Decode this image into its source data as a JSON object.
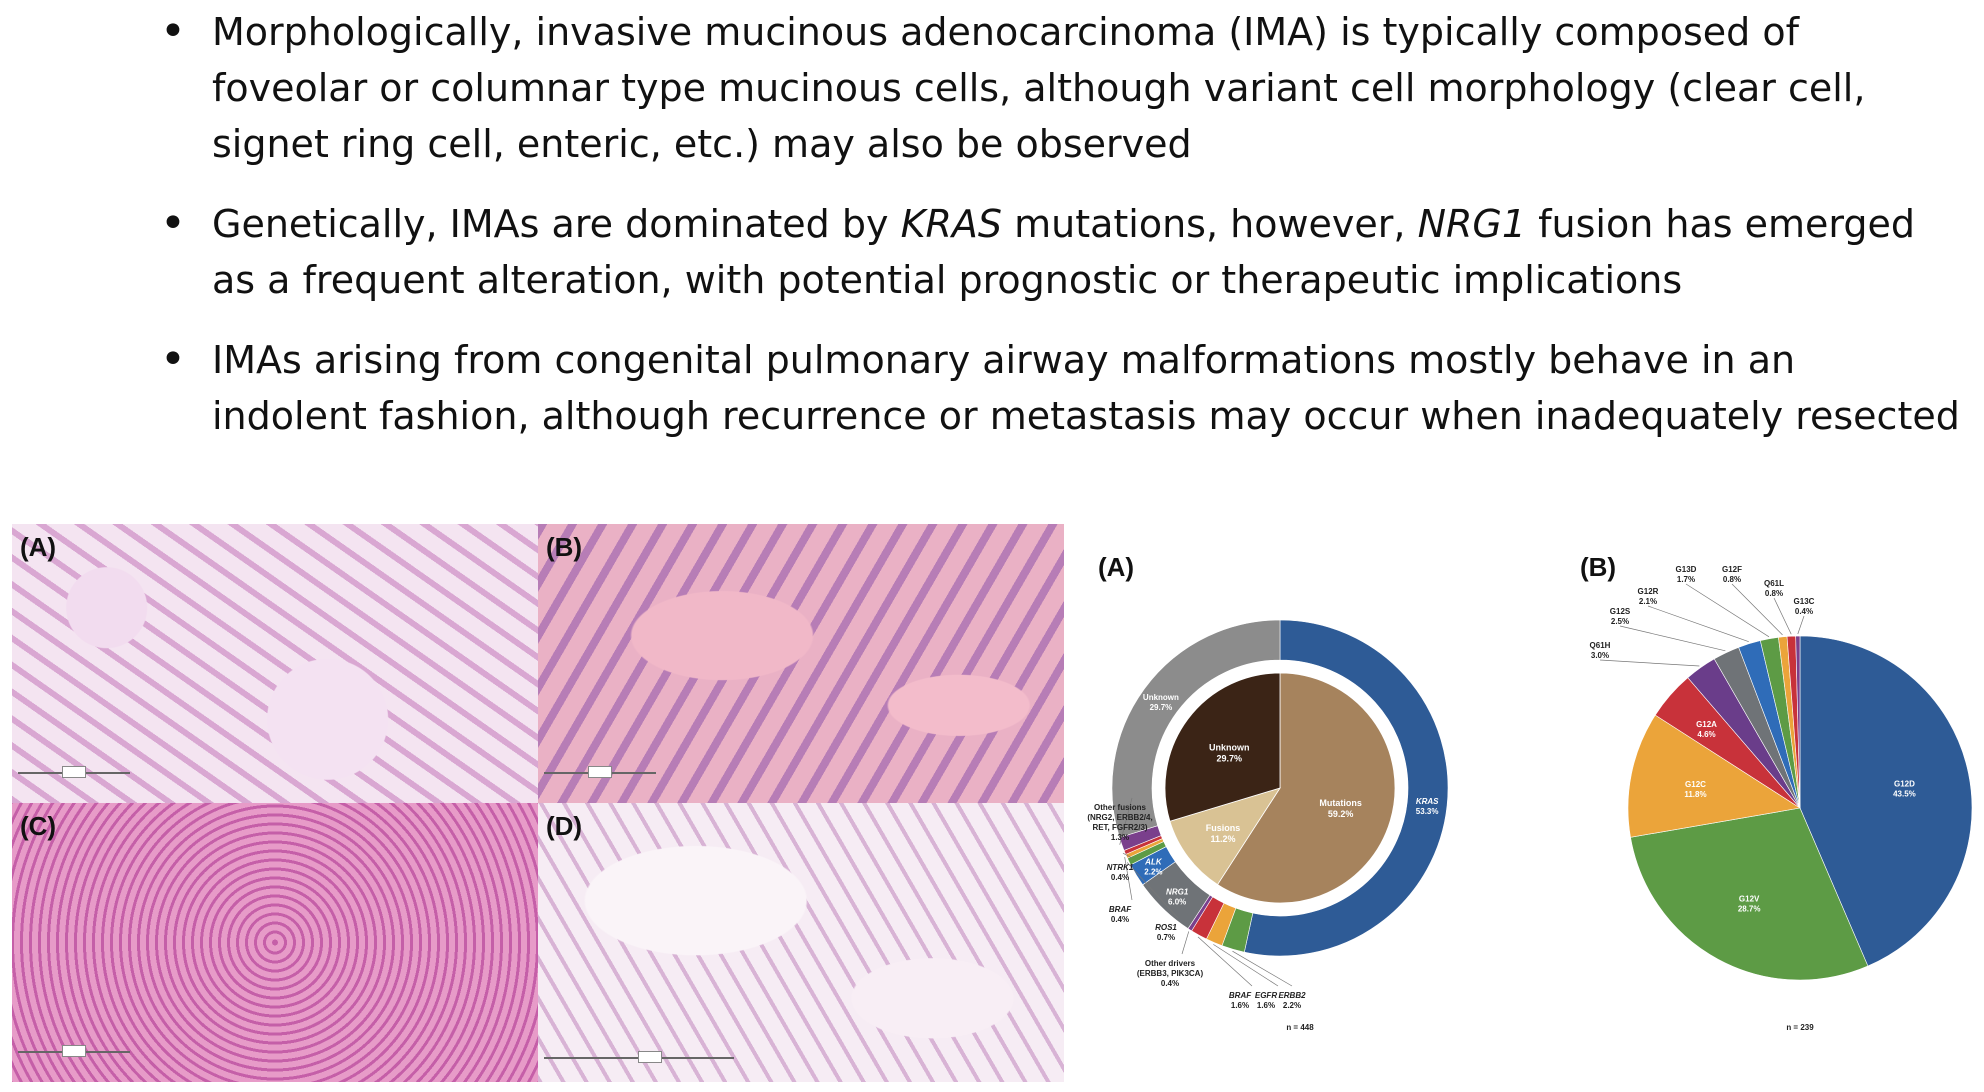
{
  "bullets": {
    "b1": "Morphologically, invasive mucinous adenocarcinoma (IMA) is typically composed of foveolar or columnar type mucinous cells, although variant cell morphology (clear cell, signet ring cell, enteric, etc.) may also be observed",
    "b2_a": "Genetically, IMAs are dominated by ",
    "b2_kras": "KRAS",
    "b2_b": " mutations, however, ",
    "b2_nrg1": "NRG1",
    "b2_c": " fusion has emerged as a frequent alteration, with potential prognostic or therapeutic implications",
    "b3": "IMAs arising from congenital pulmonary airway malformations mostly behave in an indolent fashion, although recurrence or metastasis may occur when inadequately resected"
  },
  "histology": {
    "panels": [
      "(A)",
      "(B)",
      "(C)",
      "(D)"
    ]
  },
  "colors": {
    "kras": "#2e5b96",
    "unknown_outer": "#8c8c8c",
    "nrg1": "#6f7377",
    "alk": "#2f6cb8",
    "unknown_inner": "#3b2416",
    "mutations_inner": "#a6835d",
    "fusions_inner": "#d9c294",
    "g12d": "#2e5b96",
    "g12v": "#5d9b45",
    "g12c": "#eba43a",
    "g12a": "#c8323a"
  },
  "chart_data": [
    {
      "type": "pie",
      "panel_label": "(A)",
      "note": "n = 448",
      "inner_ring": [
        {
          "name": "Mutations",
          "value": 59.2,
          "label": "59.2%"
        },
        {
          "name": "Fusions",
          "value": 11.2,
          "label": "11.2%"
        },
        {
          "name": "Unknown",
          "value": 29.7,
          "label": "29.7%"
        }
      ],
      "outer_ring": [
        {
          "name": "KRAS",
          "value": 53.3,
          "label": "53.3%",
          "color": "#2e5b96"
        },
        {
          "name": "ERBB2",
          "value": 2.2,
          "label": "2.2%",
          "color": "#5d9b45"
        },
        {
          "name": "EGFR",
          "value": 1.6,
          "label": "1.6%",
          "color": "#eba43a"
        },
        {
          "name": "BRAF",
          "value": 1.6,
          "label": "1.6%",
          "color": "#c8323a"
        },
        {
          "name": "Other drivers (ERBB3, PIK3CA)",
          "value": 0.4,
          "label": "0.4%",
          "color": "#7a3f8c"
        },
        {
          "name": "NRG1",
          "value": 6.0,
          "label": "6.0%",
          "color": "#6f7377"
        },
        {
          "name": "ALK",
          "value": 2.2,
          "label": "2.2%",
          "color": "#2f6cb8"
        },
        {
          "name": "ROS1",
          "value": 0.7,
          "label": "0.7%",
          "color": "#5d9b45"
        },
        {
          "name": "BRAF",
          "value": 0.4,
          "label": "0.4%",
          "color": "#eba43a"
        },
        {
          "name": "NTRK1",
          "value": 0.4,
          "label": "0.4%",
          "color": "#c8323a"
        },
        {
          "name": "Other fusions (NRG2, ERBB2/4, RET, FGFR2/3)",
          "value": 1.3,
          "label": "1.3%",
          "color": "#7a3f8c"
        },
        {
          "name": "Unknown",
          "value": 29.7,
          "label": "29.7%",
          "color": "#8c8c8c"
        }
      ]
    },
    {
      "type": "pie",
      "panel_label": "(B)",
      "note": "n = 239",
      "slices": [
        {
          "name": "G12D",
          "value": 43.5,
          "label": "43.5%",
          "color": "#2e5b96"
        },
        {
          "name": "G12V",
          "value": 28.7,
          "label": "28.7%",
          "color": "#5d9b45"
        },
        {
          "name": "G12C",
          "value": 11.8,
          "label": "11.8%",
          "color": "#eba43a"
        },
        {
          "name": "G12A",
          "value": 4.6,
          "label": "4.6%",
          "color": "#c8323a"
        },
        {
          "name": "Q61H",
          "value": 3.0,
          "label": "3.0%",
          "color": "#6a3d8a"
        },
        {
          "name": "G12S",
          "value": 2.5,
          "label": "2.5%",
          "color": "#6f7377"
        },
        {
          "name": "G12R",
          "value": 2.1,
          "label": "2.1%",
          "color": "#2f6cb8"
        },
        {
          "name": "G13D",
          "value": 1.7,
          "label": "1.7%",
          "color": "#5d9b45"
        },
        {
          "name": "G12F",
          "value": 0.8,
          "label": "0.8%",
          "color": "#eba43a"
        },
        {
          "name": "Q61L",
          "value": 0.8,
          "label": "0.8%",
          "color": "#c8323a"
        },
        {
          "name": "G13C",
          "value": 0.4,
          "label": "0.4%",
          "color": "#7a3f8c"
        }
      ]
    }
  ]
}
